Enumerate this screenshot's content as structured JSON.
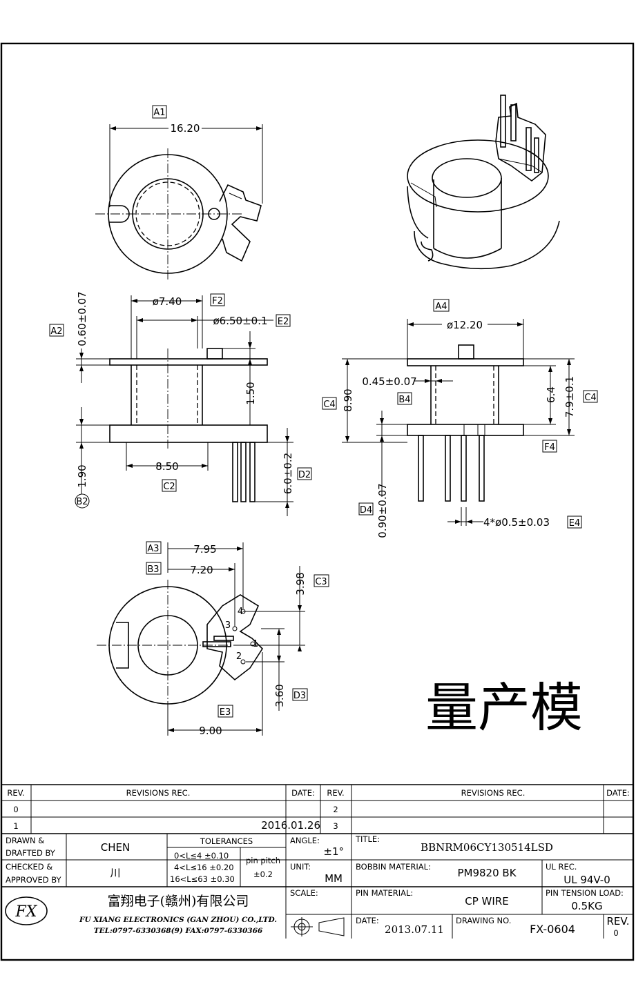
{
  "watermark": "量产模",
  "tags": {
    "A1": "A1",
    "A2": "A2",
    "A3": "A3",
    "A4": "A4",
    "B2": "B2",
    "B3": "B3",
    "B4": "B4",
    "C2": "C2",
    "C3": "C3",
    "C4": "C4",
    "D2": "D2",
    "D3": "D3",
    "D4": "D4",
    "E2": "E2",
    "E3": "E3",
    "E4": "E4",
    "F2": "F2",
    "F4": "F4"
  },
  "dims": {
    "top_width": "16.20",
    "flange_thickness": "0.60±0.07",
    "outer_dia": "ø7.40",
    "inner_dia": "ø6.50±0.1",
    "gap": "1.50",
    "base_width": "8.50",
    "base_height": "1.90",
    "pin_length": "6.0±0.2",
    "flange_dia": "ø12.20",
    "wall": "0.45±0.07",
    "overall_height": "8.90",
    "winding_height": "6.4",
    "body_height": "7.9±0.1",
    "base_flange": "0.90±0.07",
    "pin_dia": "4*ø0.5±0.03",
    "dim_795": "7.95",
    "dim_720": "7.20",
    "dim_398": "3.98",
    "dim_360": "3.60",
    "dim_900": "9.00"
  },
  "pin_numbers": [
    "4",
    "3",
    "1",
    "2"
  ],
  "titleblock": {
    "rev_header": "REV.",
    "revisions_header": "REVISIONS   REC.",
    "date_header": "DATE:",
    "rev_rows_left": [
      "0",
      "1"
    ],
    "rev_rows_right": [
      "2",
      "3"
    ],
    "rev1_date": "2016.01.26",
    "drawn_label": "DRAWN  &",
    "drafted_label": "DRAFTED BY",
    "drawn_value": "CHEN",
    "checked_label": "CHECKED  &",
    "approved_label": "APPROVED BY",
    "approved_value": "川",
    "tolerances_header": "TOLERANCES",
    "tol_rows": [
      "0<L≤4    ±0.10",
      "4<L≤16  ±0.20",
      "16<L≤63  ±0.30"
    ],
    "pin_pitch_label": "pin pitch",
    "pin_pitch_value": "±0.2",
    "angle_label": "ANGLE:",
    "angle_value": "±1°",
    "unit_label": "UNIT:",
    "unit_value": "MM",
    "scale_label": "SCALE:",
    "title_label": "TITLE:",
    "title_value": "BBNRM06CY130514LSD",
    "bobbin_label": "BOBBIN MATERIAL:",
    "bobbin_value": "PM9820  BK",
    "ul_label": "UL REC.",
    "ul_value": "UL 94V-0",
    "pin_mat_label": "PIN MATERIAL:",
    "pin_mat_value": "CP  WIRE",
    "tension_label": "PIN TENSION LOAD:",
    "tension_value": "0.5KG",
    "company_cn": "富翔电子(赣州)有限公司",
    "company_en": "FU XIANG ELECTRONICS (GAN ZHOU) CO.,LTD.",
    "company_tel": "TEL:0797-6330368(9)    FAX:0797-6330366",
    "logo_text": "FX",
    "date_label": "DATE:",
    "date_value": "2013.07.11",
    "drawing_no_label": "DRAWING NO.",
    "drawing_no_value": "FX-0604",
    "rev_label": "REV.",
    "rev_value": "0"
  }
}
